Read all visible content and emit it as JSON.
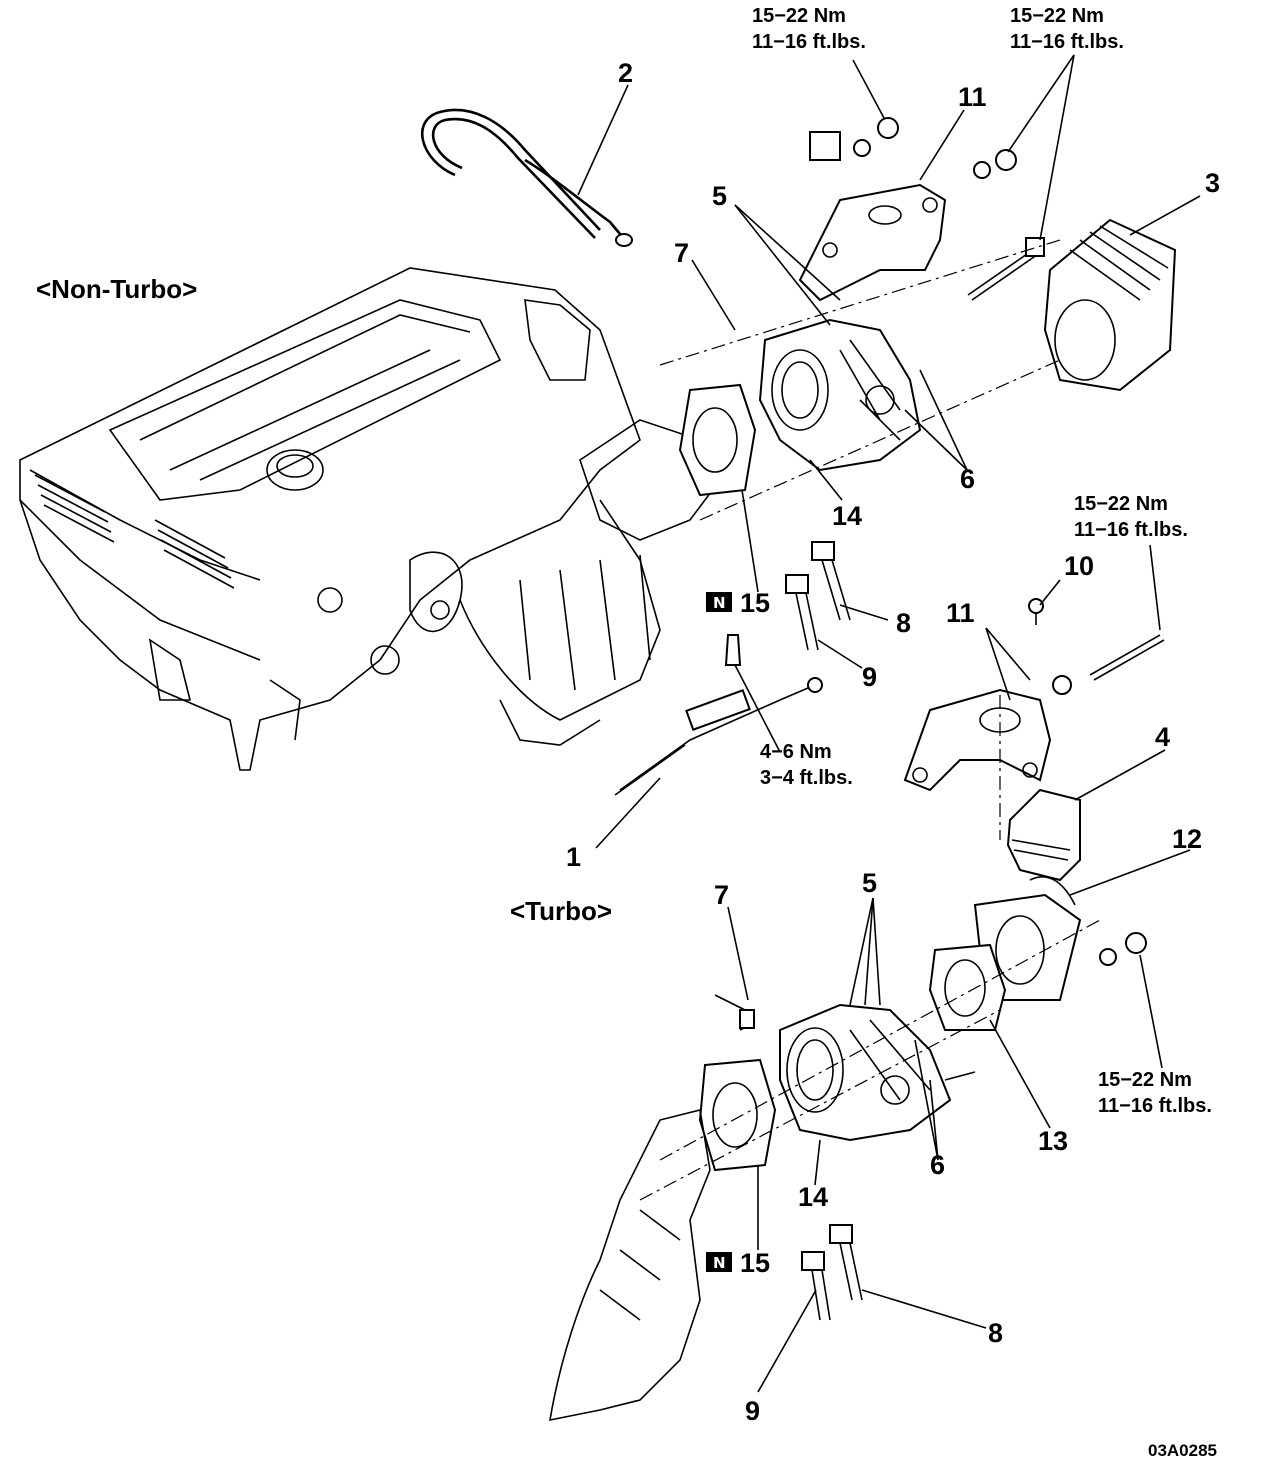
{
  "sections": {
    "non_turbo": "<Non-Turbo>",
    "turbo": "<Turbo>"
  },
  "torque": {
    "nt_nut_top_left": [
      "15−22  Nm",
      "11−16  ft.lbs."
    ],
    "nt_nut_top_right": [
      "15−22  Nm",
      "11−16  ft.lbs."
    ],
    "nt_bolt_right": [
      "15−22  Nm",
      "11−16  ft.lbs."
    ],
    "nt_sensor": [
      "4−6  Nm",
      "3−4  ft.lbs."
    ],
    "turbo_nut": [
      "15−22  Nm",
      "11−16  ft.lbs."
    ]
  },
  "callouts": {
    "nt_1": "1",
    "nt_2": "2",
    "nt_3": "3",
    "nt_5": "5",
    "nt_6": "6",
    "nt_7": "7",
    "nt_8": "8",
    "nt_9": "9",
    "nt_10": "10",
    "nt_11a": "11",
    "nt_11b": "11",
    "nt_14": "14",
    "nt_15": "15",
    "t_4": "4",
    "t_5": "5",
    "t_6": "6",
    "t_7": "7",
    "t_8": "8",
    "t_9": "9",
    "t_12": "12",
    "t_13": "13",
    "t_14": "14",
    "t_15": "15"
  },
  "new_part_mark": "N",
  "figure_ref": "03A0285"
}
